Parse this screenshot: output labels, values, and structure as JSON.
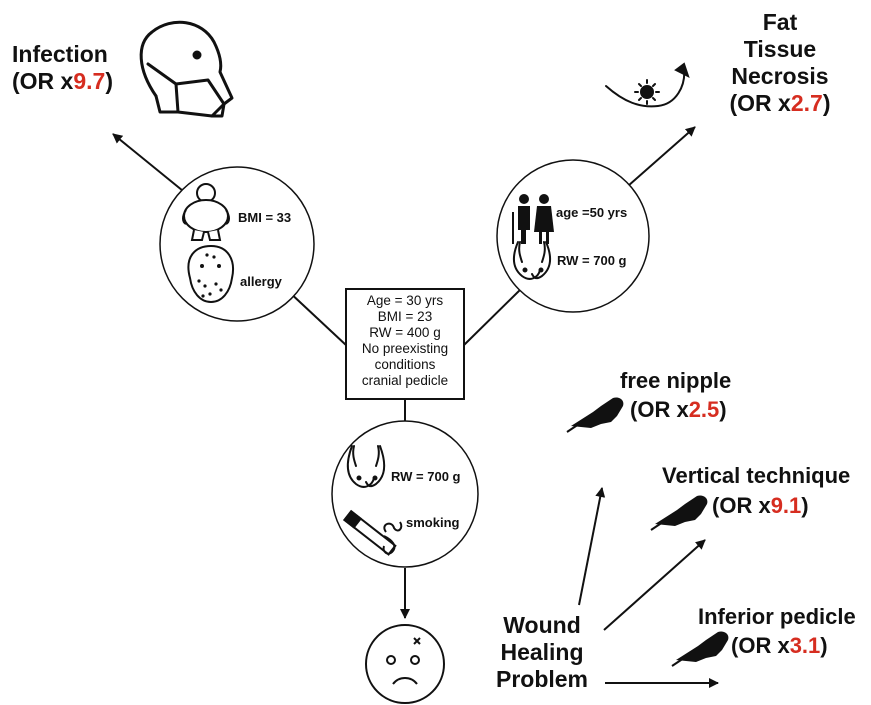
{
  "outcomes": {
    "infection": {
      "label": "Infection",
      "or_prefix": "(OR x",
      "or_value": "9.7",
      "or_suffix": ")"
    },
    "fat_necrosis": {
      "line1": "Fat",
      "line2": "Tissue",
      "line3": "Necrosis",
      "or_prefix": "(OR x",
      "or_value": "2.7",
      "or_suffix": ")"
    },
    "wound_healing": {
      "line1": "Wound",
      "line2": "Healing",
      "line3": "Problem"
    }
  },
  "risk_groups": {
    "left": {
      "bmi": "BMI = 33",
      "allergy": "allergy"
    },
    "right": {
      "age": "age =50 yrs",
      "rw": "RW = 700 g"
    },
    "bottom": {
      "rw": "RW = 700 g",
      "smoking": "smoking"
    }
  },
  "baseline": {
    "lines": [
      "Age = 30 yrs",
      "BMI = 23",
      "RW = 400 g",
      "No preexisting",
      "conditions",
      "cranial pedicle"
    ]
  },
  "techniques": {
    "free_nipple": {
      "label": "free nipple",
      "or_prefix": "(OR x",
      "or_value": "2.5",
      "or_suffix": ")"
    },
    "vertical": {
      "label": "Vertical technique",
      "or_prefix": "(OR x",
      "or_value": "9.1",
      "or_suffix": ")"
    },
    "inferior": {
      "label": "Inferior pedicle",
      "or_prefix": "(OR x",
      "or_value": "3.1",
      "or_suffix": ")"
    }
  },
  "colors": {
    "accent": "#d62d20",
    "ink": "#111111"
  },
  "icons": [
    "mask-face-icon",
    "breast-necrosis-icon",
    "obese-person-icon",
    "allergy-face-icon",
    "elderly-couple-icon",
    "breasts-icon",
    "cigarette-icon",
    "sad-face-icon",
    "scalpel-hand-icon"
  ]
}
